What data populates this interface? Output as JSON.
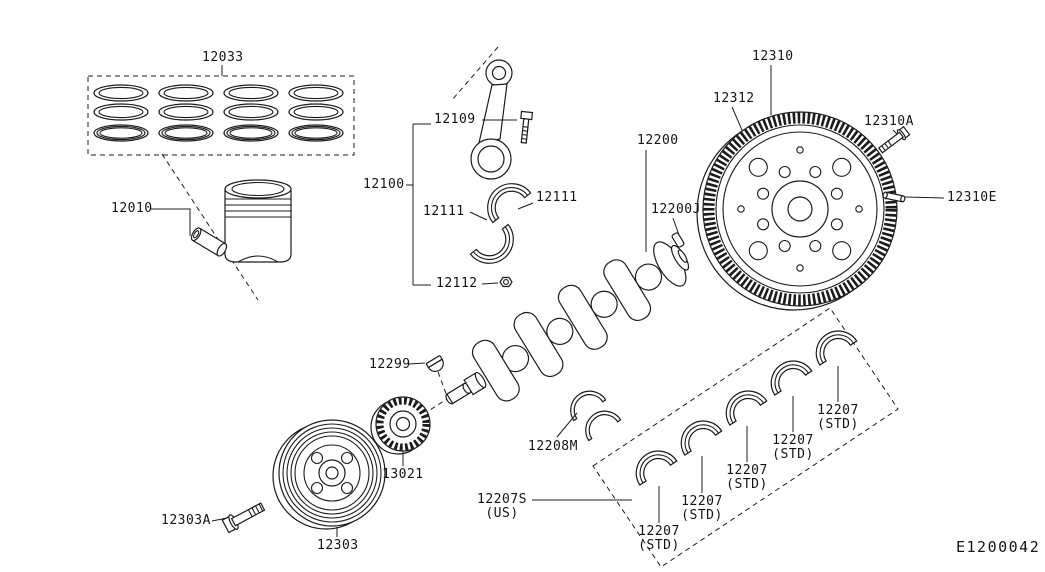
{
  "colors": {
    "line": "#1c1c1c",
    "background": "#ffffff"
  },
  "drawing_number": "E1200042",
  "labels": [
    {
      "part": "12033"
    },
    {
      "part": "12010"
    },
    {
      "part": "12109"
    },
    {
      "part": "12100"
    },
    {
      "part": "12111"
    },
    {
      "part": "12111"
    },
    {
      "part": "12112"
    },
    {
      "part": "12200"
    },
    {
      "part": "12200J"
    },
    {
      "part": "12310"
    },
    {
      "part": "12312"
    },
    {
      "part": "12310A"
    },
    {
      "part": "12310E"
    },
    {
      "part": "12299"
    },
    {
      "part": "13021"
    },
    {
      "part": "12303A"
    },
    {
      "part": "12303"
    },
    {
      "part": "12208M"
    },
    {
      "part": "12207S\n(US)"
    },
    {
      "part": "12207\n(STD)"
    },
    {
      "part": "12207\n(STD)"
    },
    {
      "part": "12207\n(STD)"
    },
    {
      "part": "12207\n(STD)"
    },
    {
      "part": "12207\n(STD)"
    }
  ]
}
